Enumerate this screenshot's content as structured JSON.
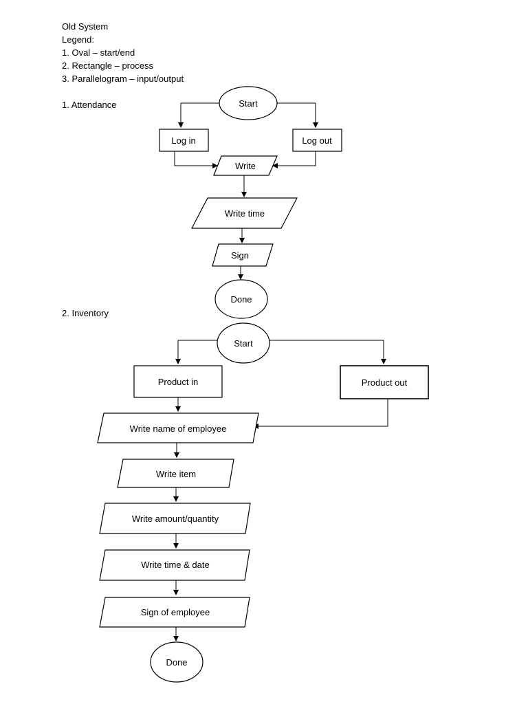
{
  "header": {
    "title": "Old System",
    "legend_title": "Legend:",
    "legend_items": [
      "1. Oval – start/end",
      "2. Rectangle – process",
      "3. Parallelogram – input/output"
    ]
  },
  "sections": [
    {
      "heading": "1. Attendance",
      "nodes": {
        "start": "Start",
        "log_in": "Log in",
        "log_out": "Log out",
        "write": "Write",
        "write_time": "Write time",
        "sign": "Sign",
        "done": "Done"
      }
    },
    {
      "heading": "2. Inventory",
      "nodes": {
        "start": "Start",
        "product_in": "Product in",
        "product_out": "Product out",
        "write_name": "Write name of employee",
        "write_item": "Write item",
        "write_amount": "Write amount/quantity",
        "write_time_date": "Write time & date",
        "sign_employee": "Sign of employee",
        "done": "Done"
      }
    }
  ]
}
